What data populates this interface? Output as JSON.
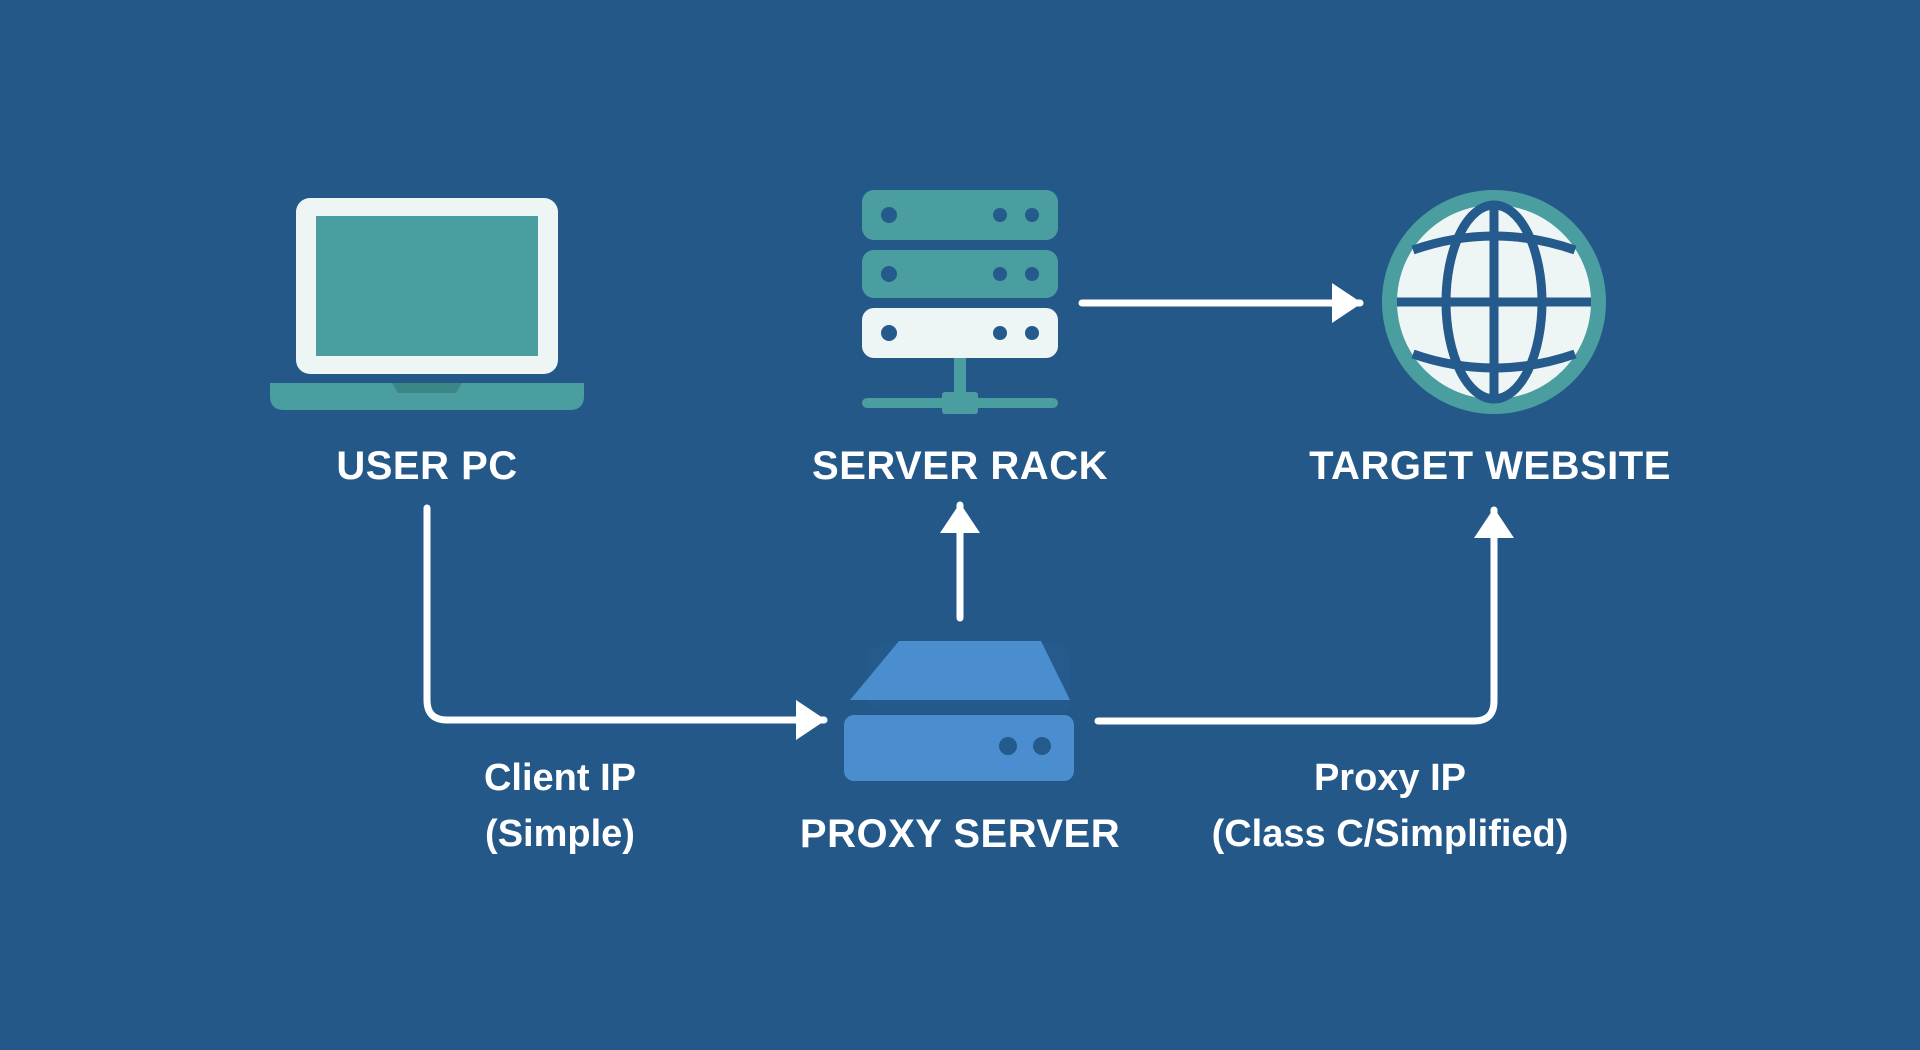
{
  "nodes": {
    "user_pc": {
      "label": "USER PC",
      "icon": "laptop-icon"
    },
    "server_rack": {
      "label": "SERVER RACK",
      "icon": "server-rack-icon"
    },
    "target_website": {
      "label": "TARGET WEBSITE",
      "icon": "globe-icon"
    },
    "proxy_server": {
      "label": "PROXY SERVER",
      "icon": "proxy-server-icon"
    }
  },
  "edges": {
    "client_ip": {
      "line1": "Client IP",
      "line2": "(Simple)"
    },
    "proxy_ip": {
      "line1": "Proxy IP",
      "line2": "(Class C/Simplified)"
    }
  },
  "colors": {
    "background": "#235889",
    "teal": "#4a9e9f",
    "light": "#eef5f5",
    "blue": "#4a8ed0",
    "dark_blue": "#245a8c",
    "arrow": "#ffffff",
    "text": "#ffffff"
  }
}
